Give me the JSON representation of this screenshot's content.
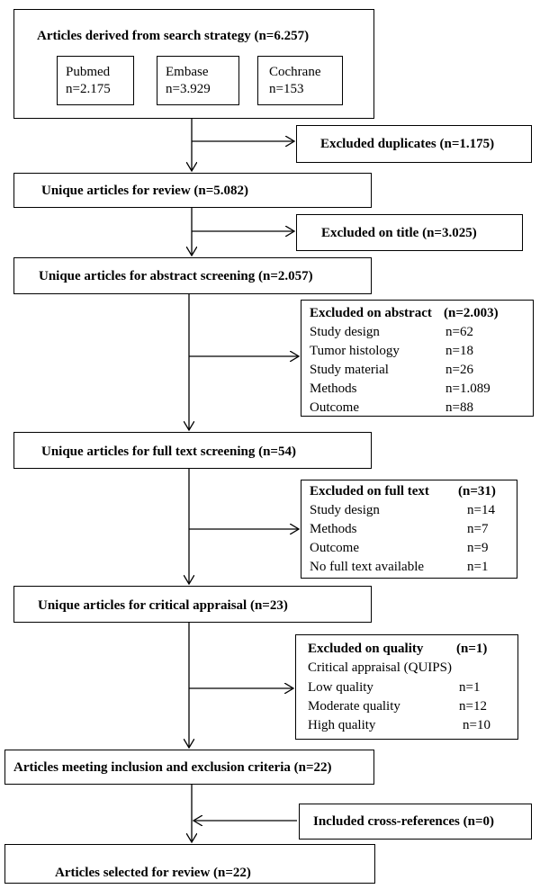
{
  "search": {
    "title": "Articles derived from search strategy (n=6.257)",
    "sources": [
      {
        "name": "Pubmed",
        "count": "n=2.175"
      },
      {
        "name": "Embase",
        "count": "n=3.929"
      },
      {
        "name": "Cochrane",
        "count": "n=153"
      }
    ]
  },
  "excluded_duplicates": "Excluded duplicates (n=1.175)",
  "unique_review": "Unique articles for review (n=5.082)",
  "excluded_title": "Excluded on title (n=3.025)",
  "unique_abstract": "Unique articles for abstract screening (n=2.057)",
  "excluded_abstract": {
    "header": "Excluded on abstract",
    "header_count": "(n=2.003)",
    "items": [
      {
        "label": "Study design",
        "value": "n=62"
      },
      {
        "label": "Tumor histology",
        "value": "n=18"
      },
      {
        "label": "Study material",
        "value": "n=26"
      },
      {
        "label": "Methods",
        "value": "n=1.089"
      },
      {
        "label": "Outcome",
        "value": "n=88"
      }
    ]
  },
  "unique_fulltext": "Unique articles for full text screening (n=54)",
  "excluded_fulltext": {
    "header": "Excluded on full text",
    "header_count": "(n=31)",
    "items": [
      {
        "label": "Study design",
        "value": "n=14"
      },
      {
        "label": "Methods",
        "value": "n=7"
      },
      {
        "label": "Outcome",
        "value": "n=9"
      },
      {
        "label": "No full text available",
        "value": "n=1"
      }
    ]
  },
  "unique_appraisal": "Unique articles for critical appraisal (n=23)",
  "excluded_quality": {
    "header": "Excluded on quality",
    "header_count": "(n=1)",
    "subheader": "Critical appraisal (QUIPS)",
    "items": [
      {
        "label": "Low quality",
        "value": "n=1"
      },
      {
        "label": "Moderate quality",
        "value": "n=12"
      },
      {
        "label": "High quality",
        "value": "n=10"
      }
    ]
  },
  "meeting_criteria": "Articles meeting inclusion and exclusion criteria (n=22)",
  "included_crossref": "Included cross-references (n=0)",
  "selected": "Articles selected for review (n=22)"
}
